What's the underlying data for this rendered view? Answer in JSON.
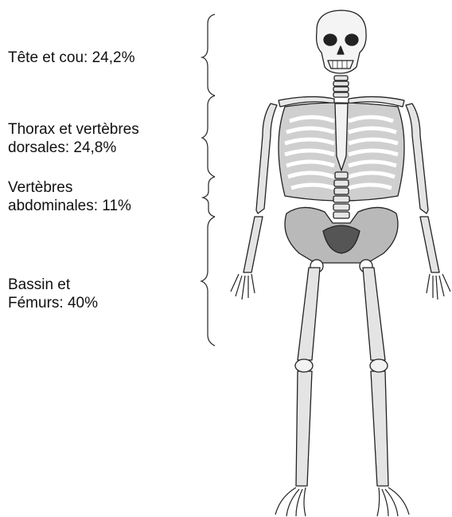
{
  "segments": [
    {
      "lines": [
        "Tête et cou: 24,2%"
      ],
      "percent": 24.2
    },
    {
      "lines": [
        "Thorax et vertèbres",
        "dorsales: 24,8%"
      ],
      "percent": 24.8
    },
    {
      "lines": [
        "Vertèbres",
        "abdominales: 11%"
      ],
      "percent": 11
    },
    {
      "lines": [
        "Bassin et",
        "Fémurs: 40%"
      ],
      "percent": 40
    }
  ]
}
